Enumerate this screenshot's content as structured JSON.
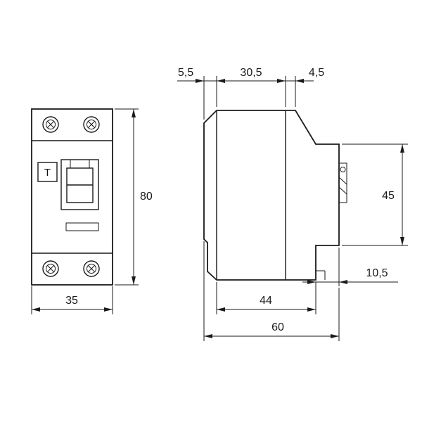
{
  "labels": {
    "test_button": "T"
  },
  "dimensions": {
    "front_width": "35",
    "front_height": "80",
    "snout_depth": "5,5",
    "body_top_depth": "30,5",
    "top_rear_step": "4,5",
    "rear_height": "45",
    "rear_bottom_step": "10,5",
    "body_depth": "44",
    "overall_depth": "60"
  },
  "colors": {
    "line": "#1a1a1a",
    "test_button_fill": "#9c9c9c",
    "switch_frame_fill": "#808080",
    "switch_handle_fill": "#c9c9c9",
    "label_window_fill": "#dcdcdc"
  }
}
